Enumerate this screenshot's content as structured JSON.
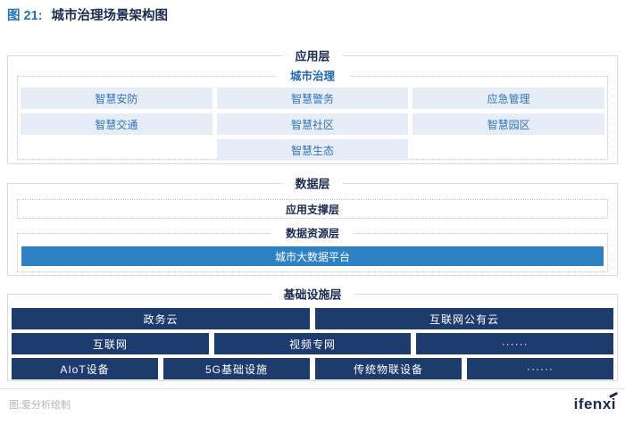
{
  "title": {
    "prefix": "图 21:",
    "text": "城市治理场景架构图"
  },
  "layers": {
    "application": {
      "label": "应用层",
      "group_label": "城市治理",
      "rows": [
        [
          "智慧安防",
          "智慧警务",
          "应急管理"
        ],
        [
          "智慧交通",
          "智慧社区",
          "智慧园区"
        ],
        [
          "",
          "智慧生态",
          ""
        ]
      ]
    },
    "data": {
      "label": "数据层",
      "support_label": "应用支撑层",
      "resource_label": "数据资源层",
      "platform_label": "城市大数据平台"
    },
    "infrastructure": {
      "label": "基础设施层",
      "rows": [
        [
          "政务云",
          "互联网公有云"
        ],
        [
          "互联网",
          "视频专网",
          "······"
        ],
        [
          "AIoT设备",
          "5G基础设施",
          "传统物联设备",
          "······"
        ]
      ]
    }
  },
  "footer": {
    "credit": "图:爱分析绘制",
    "logo": "ifenxi"
  },
  "colors": {
    "accent_blue": "#2e82c4",
    "navy_box": "#1e3b6d",
    "light_box": "#e7edf6",
    "light_box_text": "#2e74b5",
    "header_navy": "#1b2b4e",
    "group_label_blue": "#2166ac",
    "title_prefix_blue": "#2470b8"
  }
}
